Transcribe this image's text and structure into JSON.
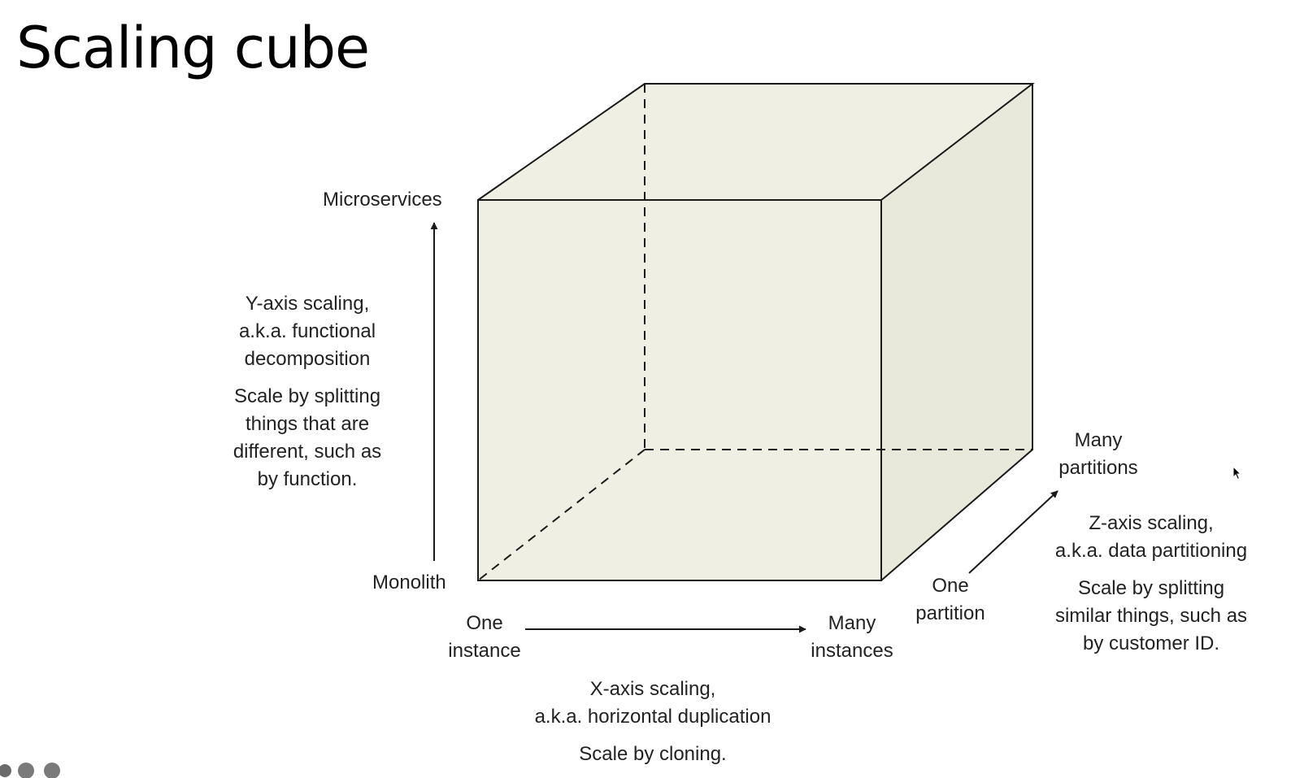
{
  "title": "Scaling cube",
  "colors": {
    "cube_face": "#efefe3",
    "cube_edge": "#1a1a1a",
    "text": "#222222"
  },
  "y_axis": {
    "top_label": "Microservices",
    "bottom_label": "Monolith",
    "name_lines": [
      "Y-axis scaling,",
      "a.k.a. functional",
      "decomposition"
    ],
    "desc_lines": [
      "Scale by splitting",
      "things that are",
      "different, such as",
      "by function."
    ]
  },
  "x_axis": {
    "start_lines": [
      "One",
      "instance"
    ],
    "end_lines": [
      "Many",
      "instances"
    ],
    "name_lines": [
      "X-axis scaling,",
      "a.k.a. horizontal duplication"
    ],
    "desc_lines": [
      "Scale by cloning."
    ]
  },
  "z_axis": {
    "start_lines": [
      "One",
      "partition"
    ],
    "end_lines": [
      "Many",
      "partitions"
    ],
    "name_lines": [
      "Z-axis scaling,",
      "a.k.a. data partitioning"
    ],
    "desc_lines": [
      "Scale by splitting",
      "similar things, such as",
      "by customer ID."
    ]
  },
  "icons": {
    "cursor": "mouse-pointer-icon"
  }
}
